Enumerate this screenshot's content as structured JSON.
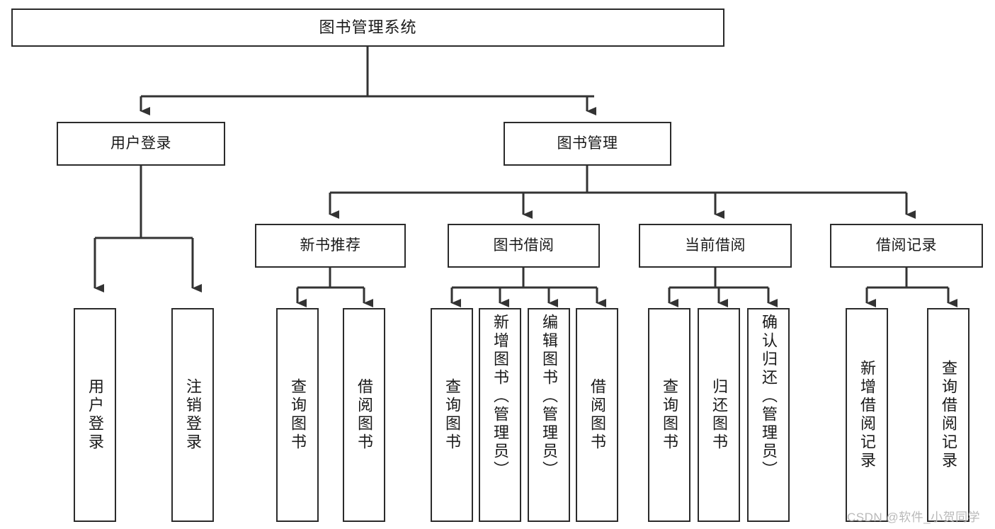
{
  "diagram": {
    "type": "tree",
    "title": "图书管理系统",
    "watermark": "CSDN @软件_小贺同学",
    "colors": {
      "background": "#ffffff",
      "border": "#2b2b2b",
      "text": "#1a1a1a",
      "wire": "#333333",
      "watermark": "#b9b9b9"
    },
    "root": {
      "label": "图书管理系统",
      "level": 1
    },
    "level2": [
      {
        "label": "用户登录"
      },
      {
        "label": "图书管理"
      }
    ],
    "level3": [
      {
        "label": "新书推荐",
        "parent": "图书管理"
      },
      {
        "label": "图书借阅",
        "parent": "图书管理"
      },
      {
        "label": "当前借阅",
        "parent": "图书管理"
      },
      {
        "label": "借阅记录",
        "parent": "图书管理"
      }
    ],
    "leaves": {
      "user_login": [
        {
          "label": "用户登录"
        },
        {
          "label": "注销登录"
        }
      ],
      "new_book": [
        {
          "label": "查询图书"
        },
        {
          "label": "借阅图书"
        }
      ],
      "book_borrow": [
        {
          "label": "查询图书"
        },
        {
          "label": "新增图书（管理员）"
        },
        {
          "label": "编辑图书（管理员）"
        },
        {
          "label": "借阅图书"
        }
      ],
      "current_borrow": [
        {
          "label": "查询图书"
        },
        {
          "label": "归还图书"
        },
        {
          "label": "确认归还（管理员）"
        }
      ],
      "borrow_record": [
        {
          "label": "新增借阅记录"
        },
        {
          "label": "查询借阅记录"
        }
      ]
    }
  }
}
